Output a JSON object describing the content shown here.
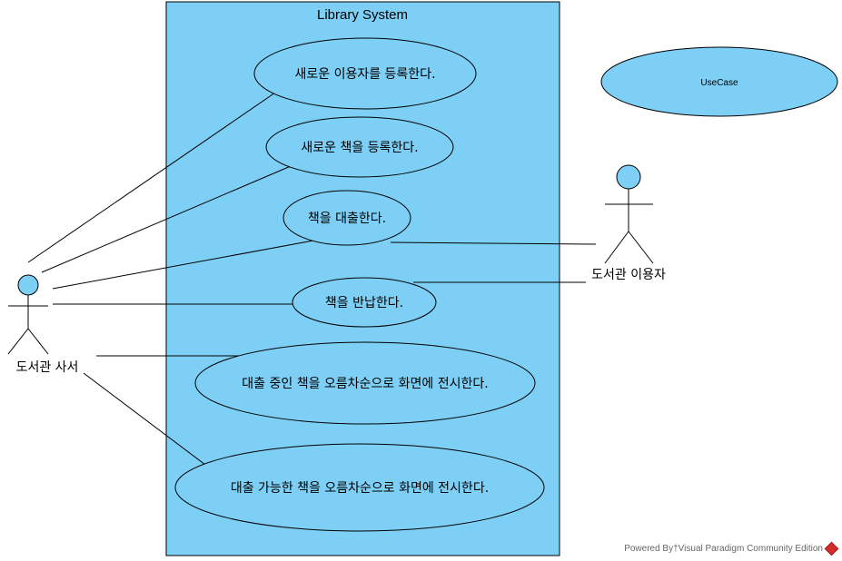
{
  "system": {
    "title": "Library System"
  },
  "use_cases": [
    "새로운 이용자를 등록한다.",
    "새로운 책을 등록한다.",
    "책을 대출한다.",
    "책을 반납한다.",
    "대출 중인 책을 오름차순으로 화면에 전시한다.",
    "대출 가능한 책을 오름차순으로 화면에 전시한다."
  ],
  "actors": {
    "librarian": "도서관 사서",
    "user": "도서관 이용자"
  },
  "legend": {
    "usecase_label": "UseCase"
  },
  "watermark": {
    "text": "Powered By†Visual Paradigm Community Edition"
  },
  "colors": {
    "fill": "#7ecff5",
    "stroke": "#000000"
  }
}
